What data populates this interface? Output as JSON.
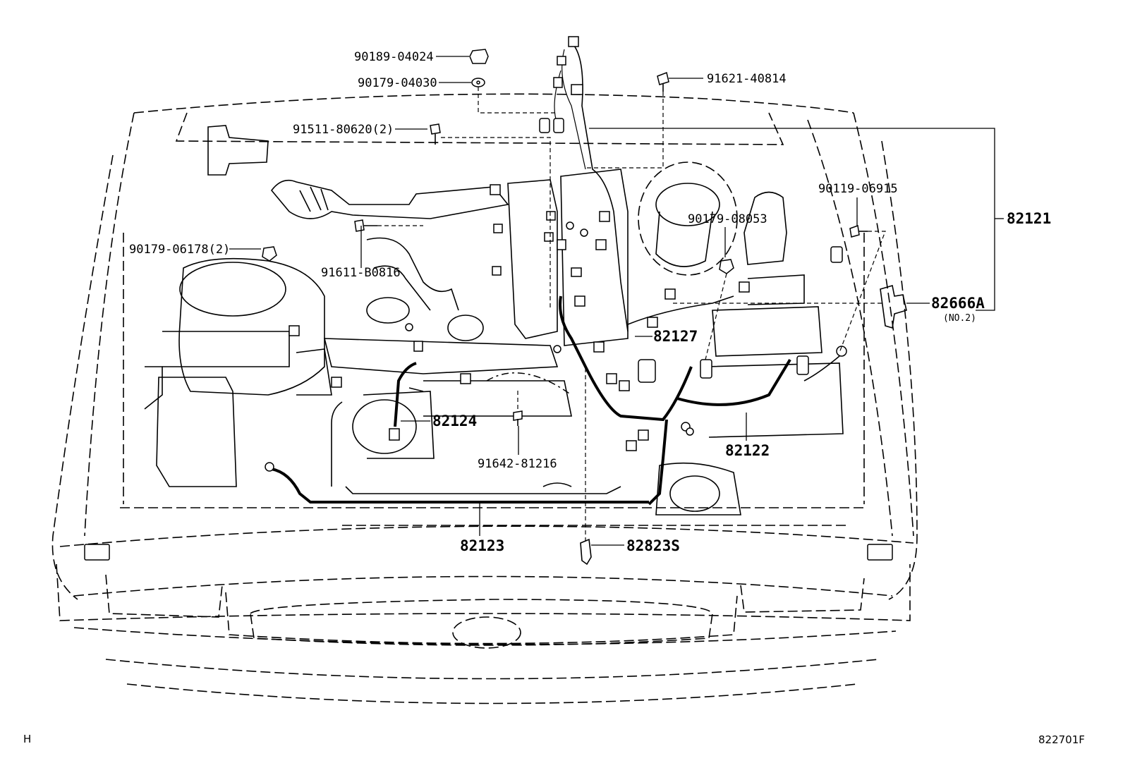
{
  "labels": {
    "p90189_04024": "90189-04024",
    "p90179_04030": "90179-04030",
    "p91621_40814": "91621-40814",
    "p91511_80620": "91511-80620(2)",
    "p90119_06915": "90119-06915",
    "p90179_08053": "90179-08053",
    "p82121": "82121",
    "p90179_06178": "90179-06178(2)",
    "p91611_b0816": "91611-B0816",
    "p82666a": "82666A",
    "p82666a_sub": "(NO.2)",
    "p82127": "82127",
    "p82124": "82124",
    "p82122": "82122",
    "p91642_81216": "91642-81216",
    "p82123": "82123",
    "p82823s": "82823S"
  },
  "footer": {
    "left_mark": "H",
    "figure_code": "822701F"
  }
}
